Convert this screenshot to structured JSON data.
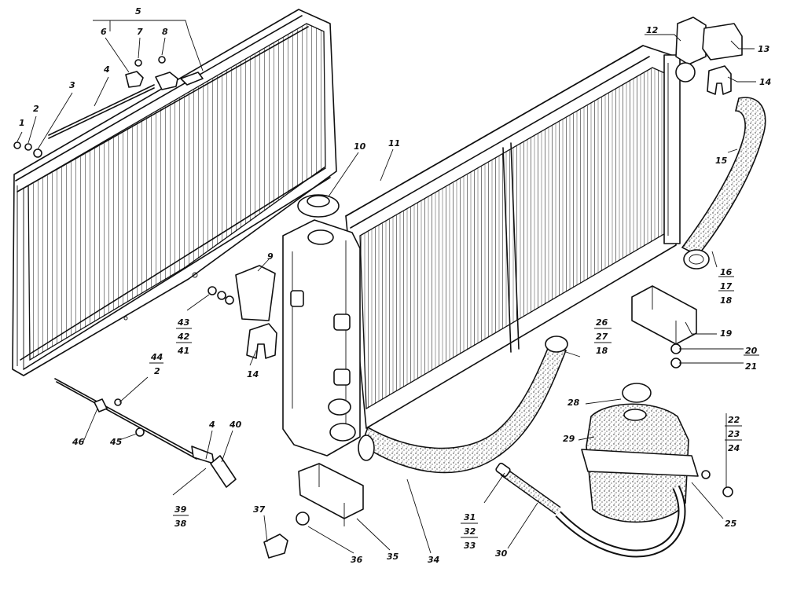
{
  "labels": [
    {
      "id": "1",
      "text": "1"
    },
    {
      "id": "2a",
      "text": "2"
    },
    {
      "id": "3",
      "text": "3"
    },
    {
      "id": "4a",
      "text": "4"
    },
    {
      "id": "5",
      "text": "5"
    },
    {
      "id": "6",
      "text": "6"
    },
    {
      "id": "7",
      "text": "7"
    },
    {
      "id": "8",
      "text": "8"
    },
    {
      "id": "9",
      "text": "9"
    },
    {
      "id": "10",
      "text": "10"
    },
    {
      "id": "11",
      "text": "11"
    },
    {
      "id": "12",
      "text": "12"
    },
    {
      "id": "13",
      "text": "13"
    },
    {
      "id": "14a",
      "text": "14"
    },
    {
      "id": "14b",
      "text": "14"
    },
    {
      "id": "15",
      "text": "15"
    },
    {
      "id": "16",
      "text": "16"
    },
    {
      "id": "17",
      "text": "17"
    },
    {
      "id": "18a",
      "text": "18"
    },
    {
      "id": "19",
      "text": "19"
    },
    {
      "id": "20",
      "text": "20"
    },
    {
      "id": "21",
      "text": "21"
    },
    {
      "id": "22",
      "text": "22"
    },
    {
      "id": "23",
      "text": "23"
    },
    {
      "id": "24",
      "text": "24"
    },
    {
      "id": "25",
      "text": "25"
    },
    {
      "id": "26",
      "text": "26"
    },
    {
      "id": "27",
      "text": "27"
    },
    {
      "id": "18b",
      "text": "18"
    },
    {
      "id": "28",
      "text": "28"
    },
    {
      "id": "29",
      "text": "29"
    },
    {
      "id": "30",
      "text": "30"
    },
    {
      "id": "31",
      "text": "31"
    },
    {
      "id": "32",
      "text": "32"
    },
    {
      "id": "33",
      "text": "33"
    },
    {
      "id": "34",
      "text": "34"
    },
    {
      "id": "35",
      "text": "35"
    },
    {
      "id": "36",
      "text": "36"
    },
    {
      "id": "37",
      "text": "37"
    },
    {
      "id": "38",
      "text": "38"
    },
    {
      "id": "39",
      "text": "39"
    },
    {
      "id": "40",
      "text": "40"
    },
    {
      "id": "4b",
      "text": "4"
    },
    {
      "id": "41",
      "text": "41"
    },
    {
      "id": "42",
      "text": "42"
    },
    {
      "id": "43",
      "text": "43"
    },
    {
      "id": "44",
      "text": "44"
    },
    {
      "id": "2b",
      "text": "2"
    },
    {
      "id": "45",
      "text": "45"
    },
    {
      "id": "46",
      "text": "46"
    }
  ]
}
